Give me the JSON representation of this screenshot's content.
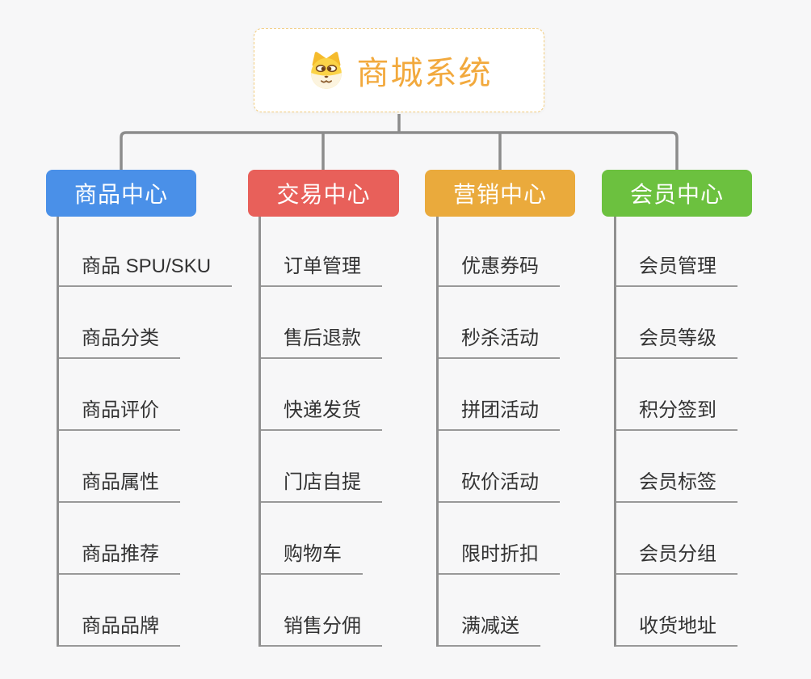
{
  "background": "#F7F7F8",
  "connector_color": "#8C8C8C",
  "root": {
    "label": "商城系统",
    "icon": "doge-icon",
    "text_color": "#F2A93D",
    "border_color": "#F3CD7F"
  },
  "branches": [
    {
      "label": "商品中心",
      "color": "#4A90E8",
      "children": [
        "商品 SPU/SKU",
        "商品分类",
        "商品评价",
        "商品属性",
        "商品推荐",
        "商品品牌"
      ]
    },
    {
      "label": "交易中心",
      "color": "#E8605A",
      "children": [
        "订单管理",
        "售后退款",
        "快递发货",
        "门店自提",
        "购物车",
        "销售分佣"
      ]
    },
    {
      "label": "营销中心",
      "color": "#EAAA3C",
      "children": [
        "优惠券码",
        "秒杀活动",
        "拼团活动",
        "砍价活动",
        "限时折扣",
        "满减送"
      ]
    },
    {
      "label": "会员中心",
      "color": "#6CC13F",
      "children": [
        "会员管理",
        "会员等级",
        "积分签到",
        "会员标签",
        "会员分组",
        "收货地址"
      ]
    }
  ]
}
